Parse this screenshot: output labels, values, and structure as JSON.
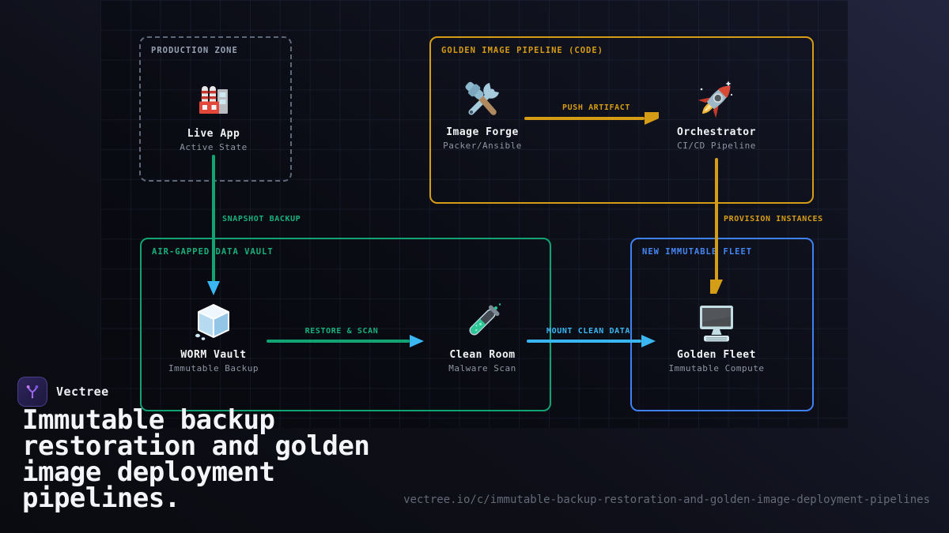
{
  "zones": [
    {
      "id": "production-zone",
      "label": "PRODUCTION ZONE",
      "border_color": "#5e6877",
      "label_color": "#97a1b3",
      "border_style": "dashed"
    },
    {
      "id": "golden-image-pipeline",
      "label": "GOLDEN IMAGE PIPELINE (CODE)",
      "border_color": "#d59c15",
      "label_color": "#d59c15",
      "border_style": "solid"
    },
    {
      "id": "air-gapped-data-vault",
      "label": "AIR-GAPPED DATA VAULT",
      "border_color": "#11a371",
      "label_color": "#19b07c",
      "border_style": "solid"
    },
    {
      "id": "new-immutable-fleet",
      "label": "NEW IMMUTABLE FLEET",
      "border_color": "#3f80f2",
      "label_color": "#4486f4",
      "border_style": "solid"
    }
  ],
  "nodes": [
    {
      "id": "live-app",
      "title": "Live App",
      "subtitle": "Active State",
      "icon": "factory-icon"
    },
    {
      "id": "image-forge",
      "title": "Image Forge",
      "subtitle": "Packer/Ansible",
      "icon": "hammer-wrench-icon"
    },
    {
      "id": "orchestrator",
      "title": "Orchestrator",
      "subtitle": "CI/CD Pipeline",
      "icon": "rocket-icon"
    },
    {
      "id": "worm-vault",
      "title": "WORM Vault",
      "subtitle": "Immutable Backup",
      "icon": "ice-cube-icon"
    },
    {
      "id": "clean-room",
      "title": "Clean Room",
      "subtitle": "Malware Scan",
      "icon": "test-tube-icon"
    },
    {
      "id": "golden-fleet",
      "title": "Golden Fleet",
      "subtitle": "Immutable Compute",
      "icon": "desktop-computer-icon"
    }
  ],
  "edges": [
    {
      "id": "snapshot-backup",
      "label": "SNAPSHOT BACKUP",
      "from": "live-app",
      "to": "worm-vault",
      "line_color": "#11a371",
      "arrow_color": "#3ab7f2"
    },
    {
      "id": "push-artifact",
      "label": "PUSH ARTIFACT",
      "from": "image-forge",
      "to": "orchestrator",
      "line_color": "#d59c15",
      "arrow_color": "#d59c15"
    },
    {
      "id": "provision-instances",
      "label": "PROVISION INSTANCES",
      "from": "orchestrator",
      "to": "golden-fleet",
      "line_color": "#d59c15",
      "arrow_color": "#d59c15"
    },
    {
      "id": "restore-scan",
      "label": "RESTORE & SCAN",
      "from": "worm-vault",
      "to": "clean-room",
      "line_color": "#11a371",
      "arrow_color": "#3ab7f2"
    },
    {
      "id": "mount-clean-data",
      "label": "MOUNT CLEAN DATA",
      "from": "clean-room",
      "to": "golden-fleet",
      "line_color": "#3ab7f2",
      "arrow_color": "#3ab7f2"
    }
  ],
  "footer": {
    "brand": "Vectree",
    "title_lines": [
      "Immutable backup",
      "restoration and golden",
      "image deployment",
      "pipelines."
    ],
    "url": "vectree.io/c/immutable-backup-restoration-and-golden-image-deployment-pipelines"
  }
}
